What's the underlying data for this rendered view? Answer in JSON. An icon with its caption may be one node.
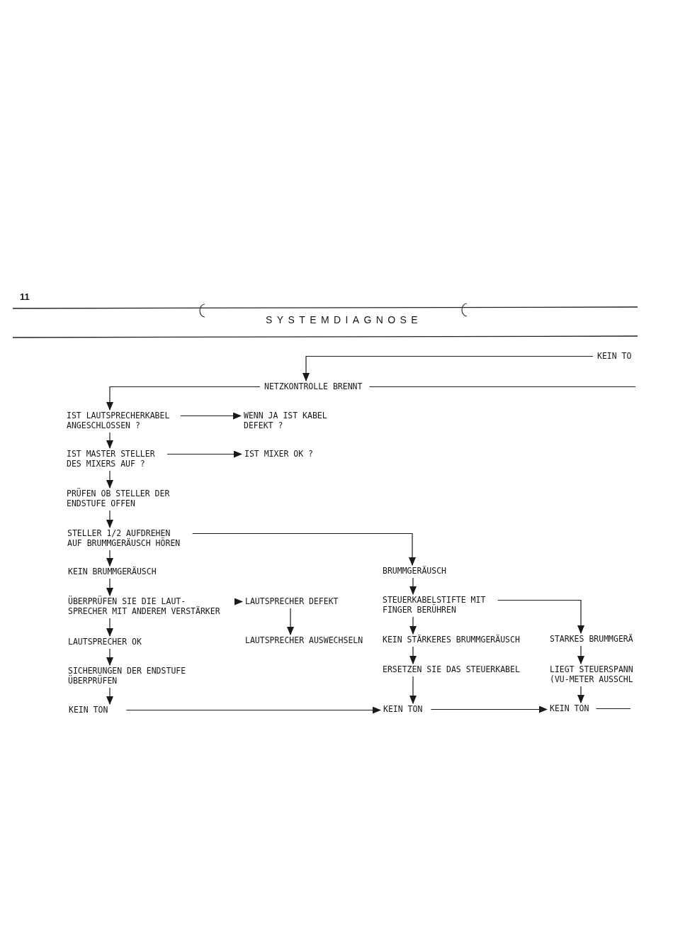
{
  "diagram": {
    "title": "SYSTEMDIAGNOSE",
    "nodes": [
      {
        "text": [
          "KEIN TO"
        ]
      },
      {
        "text": [
          "NETZKONTROLLE BRENNT"
        ]
      },
      {
        "text": [
          "IST LAUTSPRECHERKABEL ANGESCHLOSSEN ?"
        ]
      },
      {
        "text": [
          "WENN JA IST KABEL DEFEKT ?"
        ]
      },
      {
        "text": [
          "IST MASTER STELLER DES MIXERS AUF ?"
        ]
      },
      {
        "text": [
          "IST MIXER OK ?"
        ]
      },
      {
        "text": [
          "PRÜFEN OB STELLER DER ENDSTUFE OFFEN"
        ]
      },
      {
        "text": [
          "STELLER 1/2 AUFDREHEN AUF BRUMMGERÄUSCH HÖREN"
        ]
      },
      {
        "text": [
          "KEIN BRUMMGERÄUSCH"
        ]
      },
      {
        "text": [
          "BRUMMGERÄUSCH"
        ]
      },
      {
        "text": [
          "ÜBERPRÜFEN SIE DIE LAUT- SPRECHER MIT ANDEREM VERSTÄRKER"
        ]
      },
      {
        "text": [
          "LAUTSPRECHER DEFEKT"
        ]
      },
      {
        "text": [
          "STEUERKABELSTIFTE MIT FINGER BERÜHREN"
        ]
      },
      {
        "text": [
          "LAUTSPRECHER OK"
        ]
      },
      {
        "text": [
          "LAUTSPRECHER AUSWECHSELN"
        ]
      },
      {
        "text": [
          "KEIN STÄRKERES BRUMMGERÄUSCH"
        ]
      },
      {
        "text": [
          "STARKES BRUMMGERÄ"
        ]
      },
      {
        "text": [
          "SICHERUNGEN DER ENDSTUFE ÜBERPRÜFEN"
        ]
      },
      {
        "text": [
          "ERSETZEN SIE DAS STEUERKABEL"
        ]
      },
      {
        "text": [
          "LIEGT STEUERSPANN (VU-METER AUSSCHL"
        ]
      },
      {
        "text": [
          "KEIN TON"
        ]
      },
      {
        "text": [
          "KEIN TON"
        ]
      },
      {
        "text": [
          "KEIN TON"
        ]
      }
    ],
    "edges": [
      {
        "from": 0,
        "to": 1,
        "arrow": "to"
      },
      {
        "from": 1,
        "to": 2,
        "arrow": "to"
      },
      {
        "from": 1,
        "to": null,
        "arrow": "none"
      },
      {
        "from": 2,
        "to": 3,
        "arrow": "to"
      },
      {
        "from": 2,
        "to": 4,
        "arrow": "to"
      },
      {
        "from": 4,
        "to": 5,
        "arrow": "to"
      },
      {
        "from": 4,
        "to": 6,
        "arrow": "to"
      },
      {
        "from": 6,
        "to": 7,
        "arrow": "to"
      },
      {
        "from": 7,
        "to": 9,
        "arrow": "to"
      },
      {
        "from": 7,
        "to": 8,
        "arrow": "to"
      },
      {
        "from": 8,
        "to": 10,
        "arrow": "to"
      },
      {
        "from": 9,
        "to": 12,
        "arrow": "to"
      },
      {
        "from": 10,
        "to": 11,
        "arrow": "to"
      },
      {
        "from": 10,
        "to": 13,
        "arrow": "to"
      },
      {
        "from": 11,
        "to": 14,
        "arrow": "to"
      },
      {
        "from": 12,
        "to": 15,
        "arrow": "to"
      },
      {
        "from": 12,
        "to": 16,
        "arrow": "to"
      },
      {
        "from": 13,
        "to": 17,
        "arrow": "to"
      },
      {
        "from": 15,
        "to": 18,
        "arrow": "to"
      },
      {
        "from": 16,
        "to": 19,
        "arrow": "to"
      },
      {
        "from": 17,
        "to": 20,
        "arrow": "to"
      },
      {
        "from": 18,
        "to": 21,
        "arrow": "to"
      },
      {
        "from": 19,
        "to": 22,
        "arrow": "to"
      },
      {
        "from": 20,
        "to": 21,
        "arrow": "to"
      },
      {
        "from": 21,
        "to": 22,
        "arrow": "to"
      },
      {
        "from": 22,
        "to": null,
        "arrow": "none"
      }
    ],
    "labels": [
      "11"
    ]
  }
}
